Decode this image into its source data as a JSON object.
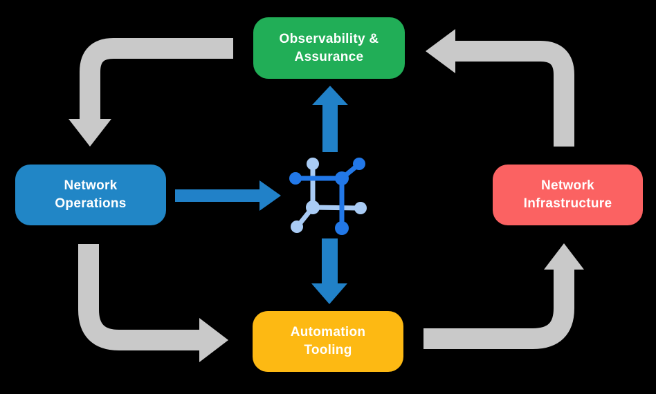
{
  "diagram": {
    "background_color": "#000000",
    "nodes": {
      "observability": {
        "label": "Observability &\nAssurance",
        "color": "#21AE57"
      },
      "operations": {
        "label": "Network\nOperations",
        "color": "#2186C6"
      },
      "infrastructure": {
        "label": "Network\nInfrastructure",
        "color": "#FB6262"
      },
      "automation": {
        "label": "Automation\nTooling",
        "color": "#FDB913"
      }
    },
    "hub_icon": {
      "name": "network-hub-icon",
      "dark_color": "#2278E8",
      "light_color": "#A9CBF4"
    },
    "arrows": {
      "cycle_color": "#C9C9C9",
      "flow_color": "#2181C8",
      "cycle_sequence": [
        "observability -> operations",
        "operations -> automation",
        "automation -> infrastructure",
        "infrastructure -> observability"
      ],
      "flow_sequence": [
        "operations -> hub",
        "hub -> observability",
        "hub -> automation"
      ]
    }
  }
}
